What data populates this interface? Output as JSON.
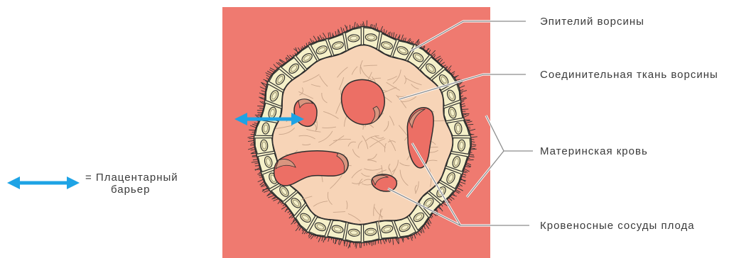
{
  "diagram": {
    "labels": {
      "epithelium": "Эпителий ворсины",
      "connective_tissue": "Соединительная ткань ворсины",
      "maternal_blood": "Материнская кровь",
      "fetal_vessels": "Кровеносные сосуды плода"
    },
    "legend": {
      "line1": "= Плацентарный",
      "line2": "барьер"
    },
    "colors": {
      "maternal_blood": "#ef7a70",
      "connective_tissue": "#f7d4b7",
      "epithelium": "#f5f0c9",
      "nucleus": "#e4dcae",
      "vessel": "#ec6f65",
      "vessel_endothelium": "#d9957f",
      "barrier_arrow": "#1ea3e5"
    }
  }
}
